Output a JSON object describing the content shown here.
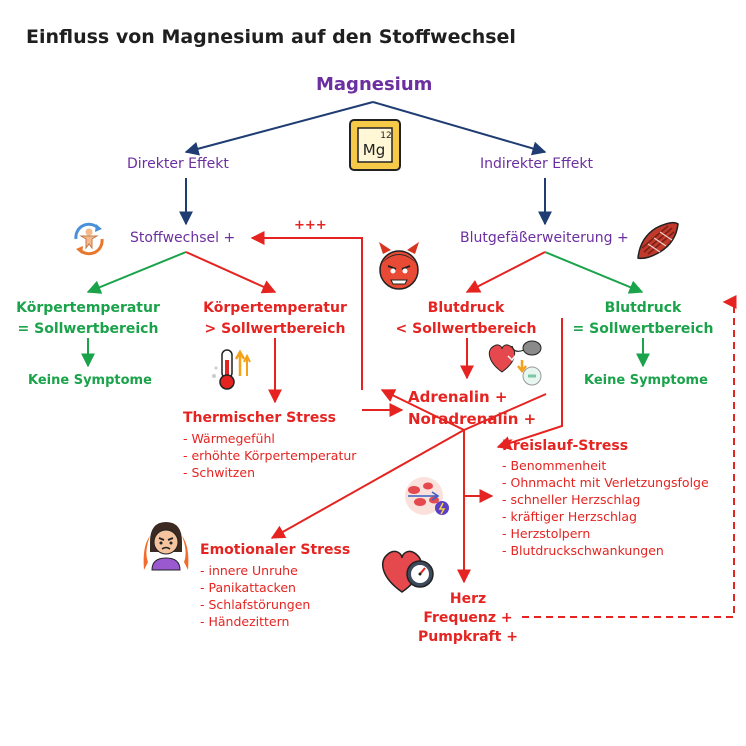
{
  "title": "Einfluss von Magnesium auf den Stoffwechsel",
  "root": "Magnesium",
  "element_tile": {
    "number": "12",
    "symbol": "Mg"
  },
  "direct": "Direkter Effekt",
  "indirect": "Indirekter Effekt",
  "metabolism": "Stoffwechsel +",
  "vasodilation": "Blutgefäßerweiterung +",
  "plus_marker": "+++",
  "temp_normal": [
    "Körpertemperatur",
    "= Sollwertbereich"
  ],
  "temp_high": [
    "Körpertemperatur",
    "> Sollwertbereich"
  ],
  "bp_low": [
    "Blutdruck",
    "< Sollwertbereich"
  ],
  "bp_normal": [
    "Blutdruck",
    "= Sollwertbereich"
  ],
  "no_symptoms": "Keine Symptome",
  "adrenalin": [
    "Adrenalin +",
    "Noradrenalin +"
  ],
  "thermal_stress": {
    "title": "Thermischer Stress",
    "items": [
      "- Wärmegefühl",
      "- erhöhte Körpertemperatur",
      "- Schwitzen"
    ]
  },
  "circulatory_stress": {
    "title": "Kreislauf-Stress",
    "items": [
      "- Benommenheit",
      "- Ohnmacht mit Verletzungsfolge",
      "- schneller Herzschlag",
      "- kräftiger Herzschlag",
      "- Herzstolpern",
      "- Blutdruckschwankungen"
    ]
  },
  "emotional_stress": {
    "title": "Emotionaler Stress",
    "items": [
      "- innere Unruhe",
      "- Panikattacken",
      "- Schlafstörungen",
      "- Händezittern"
    ]
  },
  "heart": [
    "Herz",
    "Frequenz +",
    "Pumpkraft +"
  ],
  "icons": [
    "periodic-element-icon",
    "body-cycle-icon",
    "muscle-fiber-icon",
    "angry-devil-icon",
    "thermometer-icon",
    "heart-blood-pressure-icon",
    "blood-cells-icon",
    "angry-woman-icon",
    "heart-gauge-icon"
  ],
  "colors": {
    "title": "#1f1f1f",
    "purple": "#6b2fa0",
    "navy": "#1f3c73",
    "green": "#1aa34a",
    "red": "#e52421"
  }
}
